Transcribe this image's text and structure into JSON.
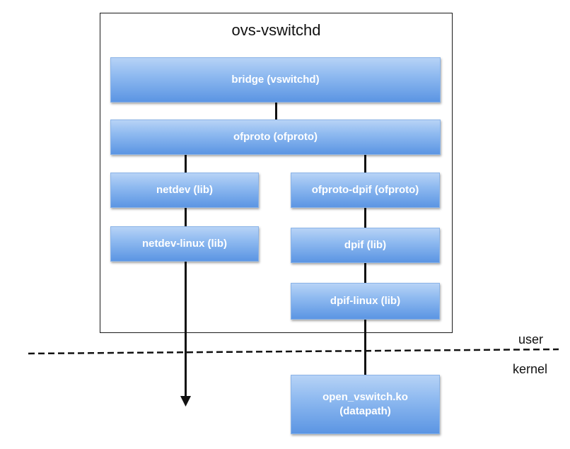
{
  "diagram": {
    "title": "ovs-vswitchd",
    "boxes": {
      "bridge": "bridge (vswitchd)",
      "ofproto": "ofproto (ofproto)",
      "netdev": "netdev (lib)",
      "netdev_linux": "netdev-linux (lib)",
      "ofproto_dpif": "ofproto-dpif (ofproto)",
      "dpif": "dpif (lib)",
      "dpif_linux": "dpif-linux (lib)",
      "datapath_line1": "open_vswitch.ko",
      "datapath_line2": "(datapath)"
    },
    "labels": {
      "user": "user",
      "kernel": "kernel"
    }
  }
}
